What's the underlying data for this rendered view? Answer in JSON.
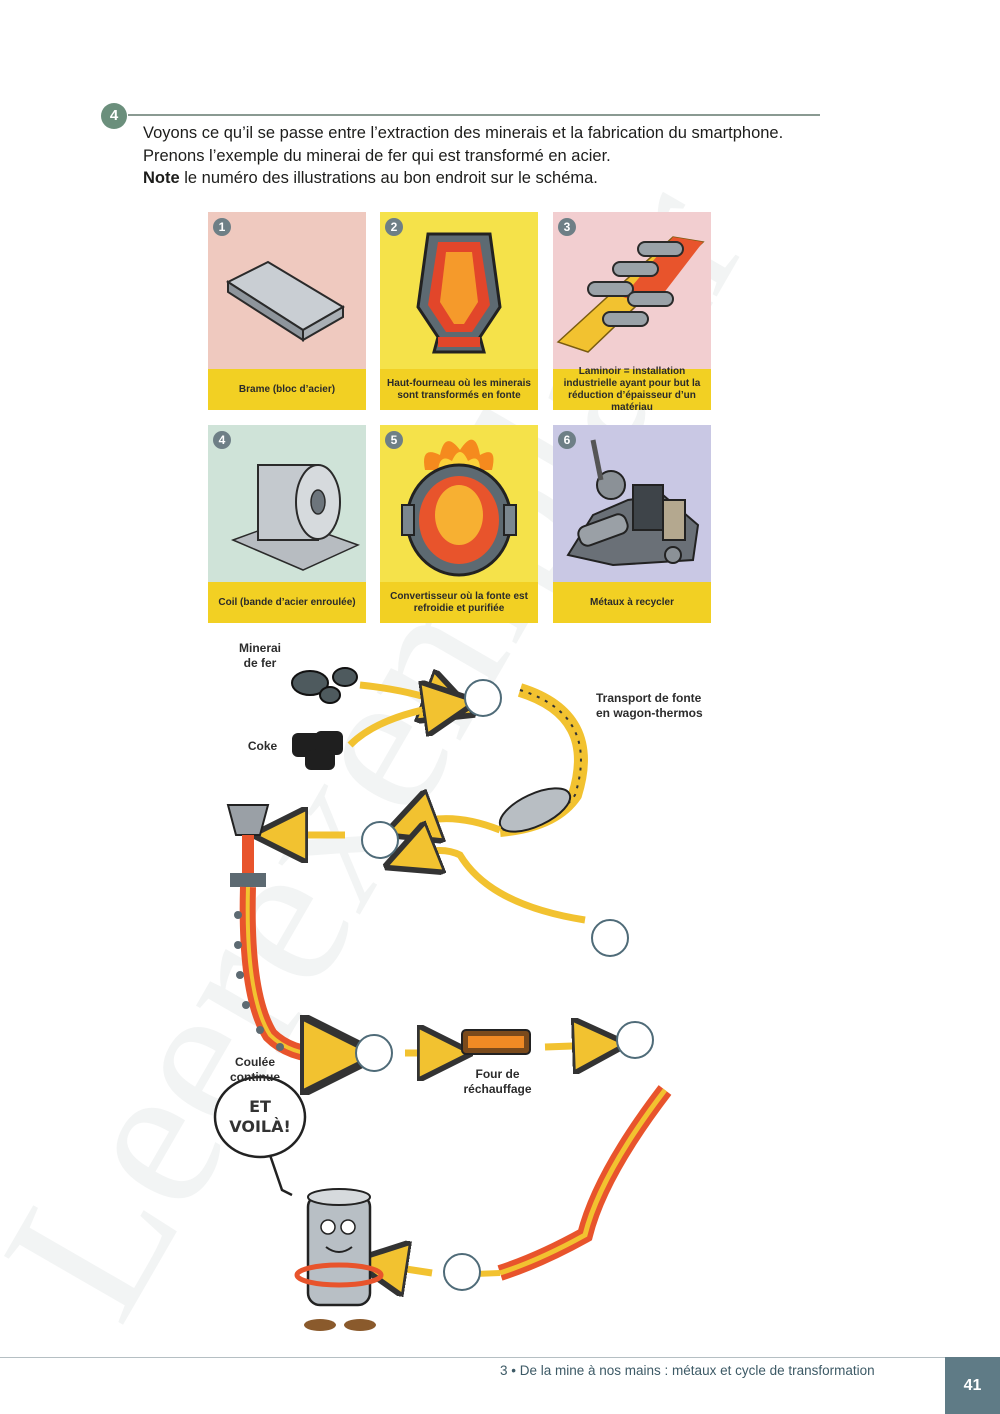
{
  "exercise": {
    "number": "4",
    "line1": "Voyons ce qu’il se passe entre l’extraction des minerais et la fabrication du smartphone.",
    "line2": "Prenons l’exemple du minerai de fer qui est transformé en acier.",
    "line3_bold": "Note",
    "line3_rest": " le numéro des illustrations au bon endroit sur le schéma."
  },
  "cards": [
    {
      "num": "1",
      "caption": "Brame (bloc d’acier)",
      "bg": "#efc9bf"
    },
    {
      "num": "2",
      "caption": "Haut-fourneau où les minerais sont transformés en fonte",
      "bg": "#f5e24a"
    },
    {
      "num": "3",
      "caption": "Laminoir = installation industrielle ayant pour but la réduction d’épaisseur d’un matériau",
      "bg": "#f2ced0"
    },
    {
      "num": "4",
      "caption": "Coil (bande d’acier enroulée)",
      "bg": "#cfe3d8"
    },
    {
      "num": "5",
      "caption": "Convertisseur où la fonte est refroidie et purifiée",
      "bg": "#f5e24a"
    },
    {
      "num": "6",
      "caption": "Métaux à recycler",
      "bg": "#c9c8e4"
    }
  ],
  "diagram": {
    "minerai": "Minerai\nde fer",
    "coke": "Coke",
    "transport": "Transport de fonte\nen wagon-thermos",
    "coulee": "Coulée\ncontinue",
    "four": "Four de\nréchauffage",
    "bubble": "ET\nVOILÀ!"
  },
  "footer": {
    "chapter": "3 • De la mine à nos mains : métaux et cycle de transformation",
    "page": "41"
  },
  "colors": {
    "accent": "#6b8f7c",
    "caption_yellow": "#f2d023",
    "footer_blue": "#5f7b86"
  }
}
